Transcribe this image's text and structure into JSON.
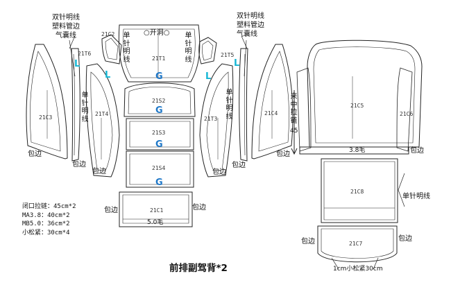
{
  "title": "前排副驾背*2",
  "notes": [
    "闭口拉链：45cm*2",
    "MA3.8：40cm*2",
    "MB5.0：36cm*2",
    "小松紧：30cm*4"
  ],
  "callouts": {
    "left_double_seam": "双针明线",
    "left_plastic_piping": "塑料管边",
    "left_air_bag": "气囊线",
    "right_double_seam": "双针明线",
    "right_plastic_piping": "塑料管边",
    "right_air_bag": "气囊线",
    "opening": "开洞",
    "single_seam": "单针明线",
    "center_zipper": "来中拉链",
    "zipper_length": "45",
    "binding": "包边",
    "width_38": "3.8",
    "width_50": "5.0",
    "edge_suffix": "毛",
    "elastic": "1cm小松紧30cm"
  },
  "marks": {
    "g": "G",
    "l": "L"
  },
  "parts": {
    "c3": "21C3",
    "t6": "21T6",
    "t4": "21T4",
    "c2": "21C2",
    "t1": "21T1",
    "s2": "21S2",
    "s3": "21S3",
    "s4": "21S4",
    "c1": "21C1",
    "t5": "21T5",
    "t3": "21T3",
    "c4": "21C4",
    "c5": "21C5",
    "c6": "21C6",
    "c8": "21C8",
    "c7": "21C7"
  },
  "colors": {
    "line": "#222222",
    "g_mark": "#1f78c8",
    "l_mark": "#15b6d4"
  }
}
